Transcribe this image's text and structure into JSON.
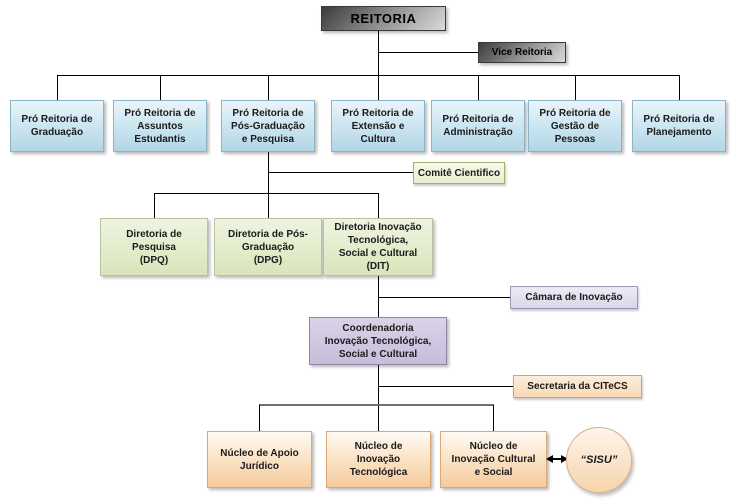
{
  "palette": {
    "line": "#000000",
    "bottom_bus_line": "#6f6f6f",
    "gray_box_dark": "#3c3c3c",
    "gray_box_light": "#dadada",
    "blue_fill": "#c6e2ef",
    "blue_border": "#8cb4c7",
    "green_fill": "#e3edcd",
    "green_border": "#9fb468",
    "purple_fill": "#cfc7e0",
    "purple_border": "#8f87a6",
    "orange_fill": "#f8dcba",
    "orange_border": "#d9a876"
  },
  "org": {
    "reitoria": {
      "label": "REITORIA"
    },
    "vice_reitoria": {
      "label": "Vice Reitoria"
    },
    "pro_reitorias": [
      {
        "label": "Pró Reitoria de\nGraduação"
      },
      {
        "label": "Pró Reitoria de\nAssuntos\nEstudantis"
      },
      {
        "label": "Pró Reitoria de\nPós-Graduação\ne Pesquisa"
      },
      {
        "label": "Pró Reitoria de\nExtensão e\nCultura"
      },
      {
        "label": "Pró Reitoria de\nAdministração"
      },
      {
        "label": "Pró Reitoria de\nGestão de\nPessoas"
      },
      {
        "label": "Pró Reitoria de\nPlanejamento"
      }
    ],
    "comite_cientifico": {
      "label": "Comitê Cientifico"
    },
    "diretorias": [
      {
        "label": "Diretoria de\nPesquisa\n(DPQ)"
      },
      {
        "label": "Diretoria de Pós-\nGraduação\n(DPG)"
      },
      {
        "label": "Diretoria Inovação\nTecnológica,\nSocial e Cultural\n(DIT)"
      }
    ],
    "camara_inovacao": {
      "label": "Câmara de Inovação"
    },
    "coordenadoria": {
      "label": "Coordenadoria\nInovação Tecnológica,\nSocial e Cultural"
    },
    "secretaria": {
      "label": "Secretaria da CITeCS"
    },
    "nucleos": [
      {
        "label": "Núcleo de Apoio\nJurídico"
      },
      {
        "label": "Núcleo de\nInovação\nTecnológica"
      },
      {
        "label": "Núcleo de\nInovação Cultural\ne Social"
      }
    ],
    "sisu": {
      "label": "“SISU”"
    }
  }
}
